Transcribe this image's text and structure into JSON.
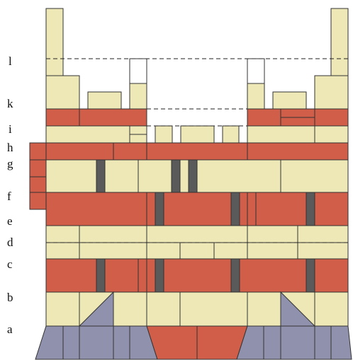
{
  "diagram": {
    "colors": {
      "cream": "#EDE8B5",
      "brick": "#D05E48",
      "slate": "#9092AD",
      "post": "#5A5A5A",
      "open": "#FFFFFF",
      "line": "#333333"
    },
    "row_labels": [
      "a",
      "b",
      "c",
      "d",
      "e",
      "f",
      "g",
      "h",
      "i",
      "k",
      "l"
    ]
  }
}
